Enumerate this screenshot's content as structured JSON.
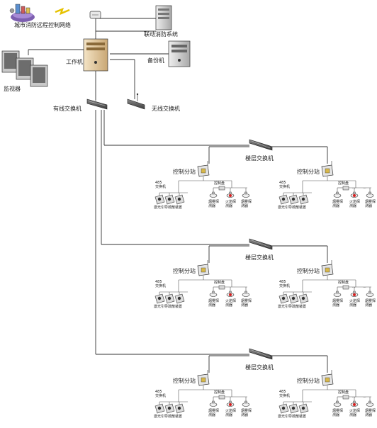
{
  "nodes": {
    "city_network": "城市消防远程控制网络",
    "linkage_system": "联动消防系统",
    "workstation": "工作机",
    "backup": "备份机",
    "monitors": "监视器",
    "wired_switch": "有线交换机",
    "wireless_switch": "无线交换机"
  },
  "floor_labels": {
    "floor_switch": "楼层交换机",
    "control_station": "控制分站",
    "rs485": "485交换机",
    "controller": "控制盘",
    "smoke_detector": "烟雾探测器",
    "fire_detector": "火焰探测器",
    "laser_guide": "激光引导疏散装置",
    "ellipsis": "···"
  },
  "floors": [
    {
      "id": "floor-1"
    },
    {
      "id": "floor-2"
    },
    {
      "id": "floor-3"
    }
  ],
  "colors": {
    "line": "#333333",
    "server_face": "#e8d2ad",
    "monitor_body": "#c9c9c9",
    "switch_body": "#5d5d5d",
    "station_accent": "#d8b84a",
    "fire_dot": "#d62020"
  }
}
